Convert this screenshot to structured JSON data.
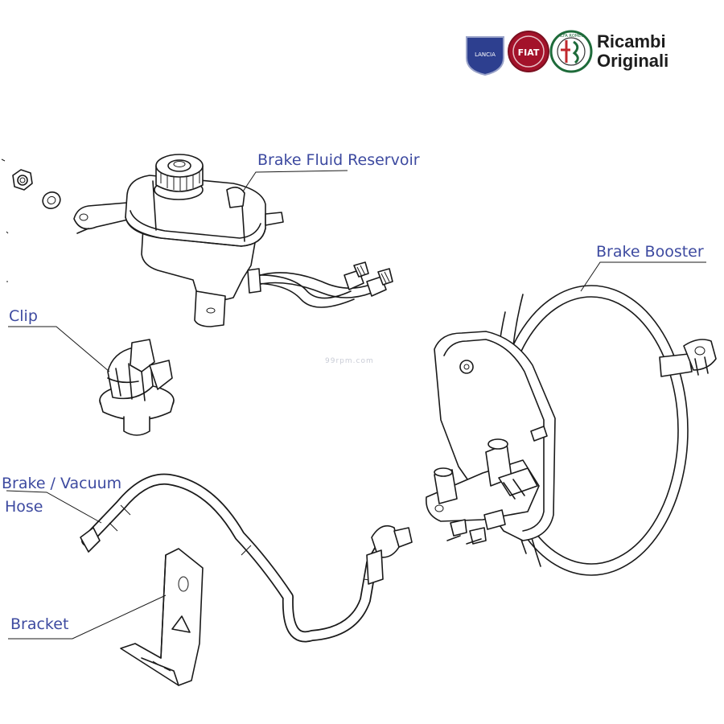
{
  "header": {
    "brand_line1": "Ricambi",
    "brand_line2": "Originali",
    "logos": [
      {
        "name": "lancia-logo",
        "text": "LANCIA",
        "color": "#2d3f8f"
      },
      {
        "name": "fiat-logo",
        "text": "FIAT",
        "color": "#a3122a"
      },
      {
        "name": "alfa-romeo-logo",
        "text": "ALFA ROMEO",
        "color": "#1e6b3a"
      }
    ]
  },
  "watermark": "99rpm.com",
  "labels": {
    "reservoir": "Brake Fluid Reservoir",
    "booster": "Brake Booster",
    "clip": "Clip",
    "hose_line1": "Brake / Vacuum",
    "hose_line2": "Hose",
    "bracket": "Bracket"
  },
  "colors": {
    "label": "#3d4aa0",
    "line": "#1a1a1a"
  }
}
